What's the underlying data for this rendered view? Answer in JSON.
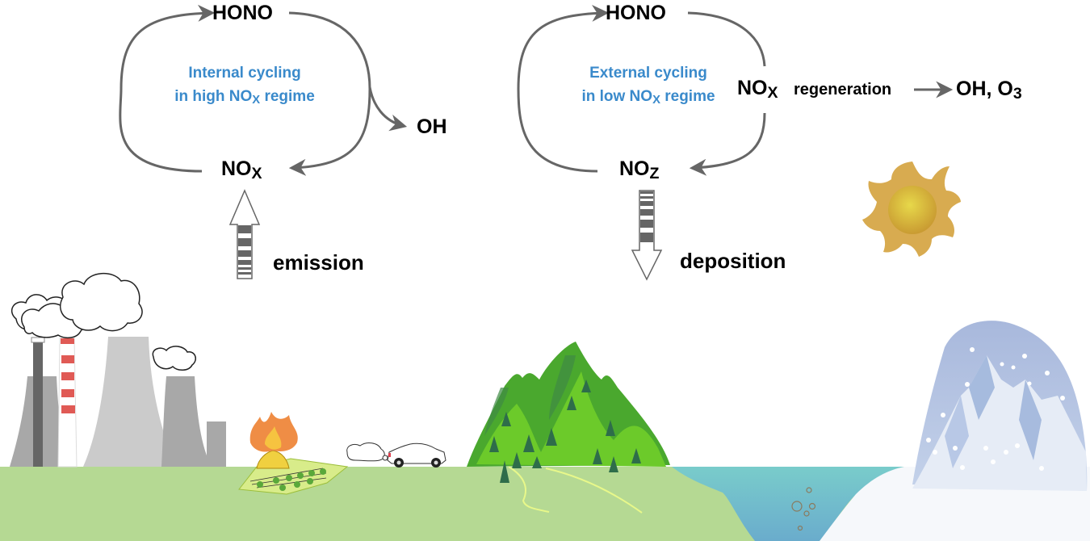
{
  "left_cycle": {
    "top_species": "HONO",
    "bottom_species": "NO",
    "bottom_species_sub": "X",
    "side_product": "OH",
    "title_line1": "Internal cycling",
    "title_line2_pre": "in high NO",
    "title_line2_sub": "X",
    "title_line2_post": " regime",
    "flux_label": "emission"
  },
  "right_cycle": {
    "top_species": "HONO",
    "bottom_species": "NO",
    "bottom_species_sub": "Z",
    "mid_species": "NO",
    "mid_species_sub": "X",
    "process_label": "regeneration",
    "products": "OH, O",
    "products_sub": "3",
    "title_line1": "External cycling",
    "title_line2_pre": "in low NO",
    "title_line2_sub": "X",
    "title_line2_post": " regime",
    "flux_label": "deposition"
  },
  "colors": {
    "arrow": "#666666",
    "title_blue": "#3a8acb",
    "ground": "#b5d993",
    "water": "#72c4c8",
    "snow": "#f6f8fb",
    "sun": "#d3a43a"
  }
}
